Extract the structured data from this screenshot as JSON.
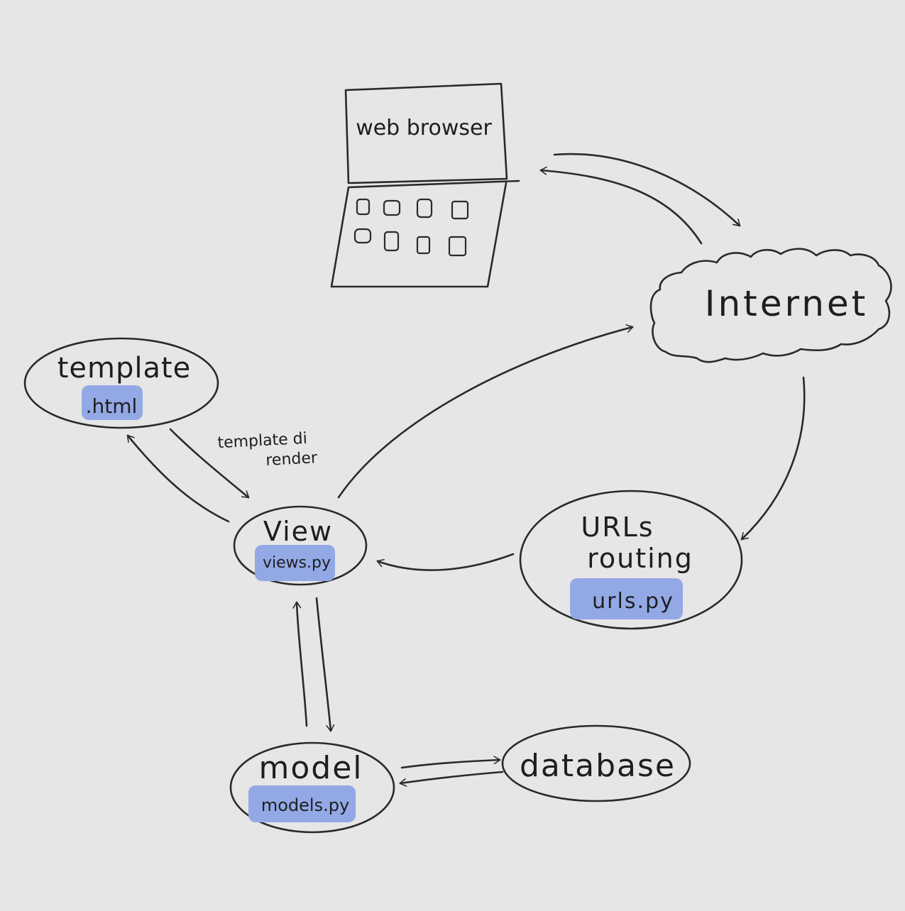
{
  "nodes": {
    "browser": {
      "label": "web browser"
    },
    "internet": {
      "label": "Internet"
    },
    "template": {
      "label": "template",
      "file": ".html"
    },
    "view": {
      "label": "View",
      "file": "views.py"
    },
    "urls": {
      "label": "URLs",
      "label2": "routing",
      "file": "urls.py"
    },
    "model": {
      "label": "model",
      "file": "models.py"
    },
    "database": {
      "label": "database"
    }
  },
  "edges": {
    "template_render": {
      "line1": "template di",
      "line2": "render"
    }
  },
  "colors": {
    "background": "#e6e6e6",
    "stroke": "#2a2a2a",
    "highlight": "#93a9e6"
  }
}
